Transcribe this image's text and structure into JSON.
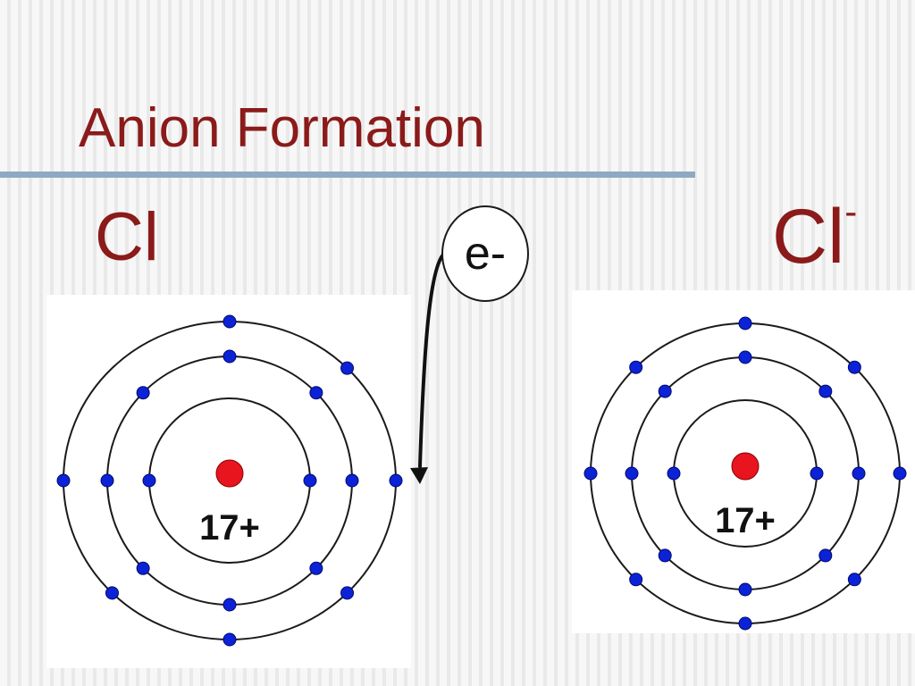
{
  "slide": {
    "title": "Anion Formation"
  },
  "atoms": {
    "left": {
      "label": "Cl",
      "nucleus_label": "17+"
    },
    "right": {
      "label": "Cl",
      "charge": "-",
      "nucleus_label": "17+"
    }
  },
  "electron": {
    "label": "e-"
  },
  "shells": {
    "inner_count": 2,
    "middle_count": 8,
    "outer_count_left": 7,
    "outer_count_right": 8
  },
  "colors": {
    "title": "#8b1a1a",
    "rule": "#8fa9c3",
    "electron": "#0b22d6",
    "nucleus": "#e8141e",
    "line": "#1a1a1a"
  }
}
